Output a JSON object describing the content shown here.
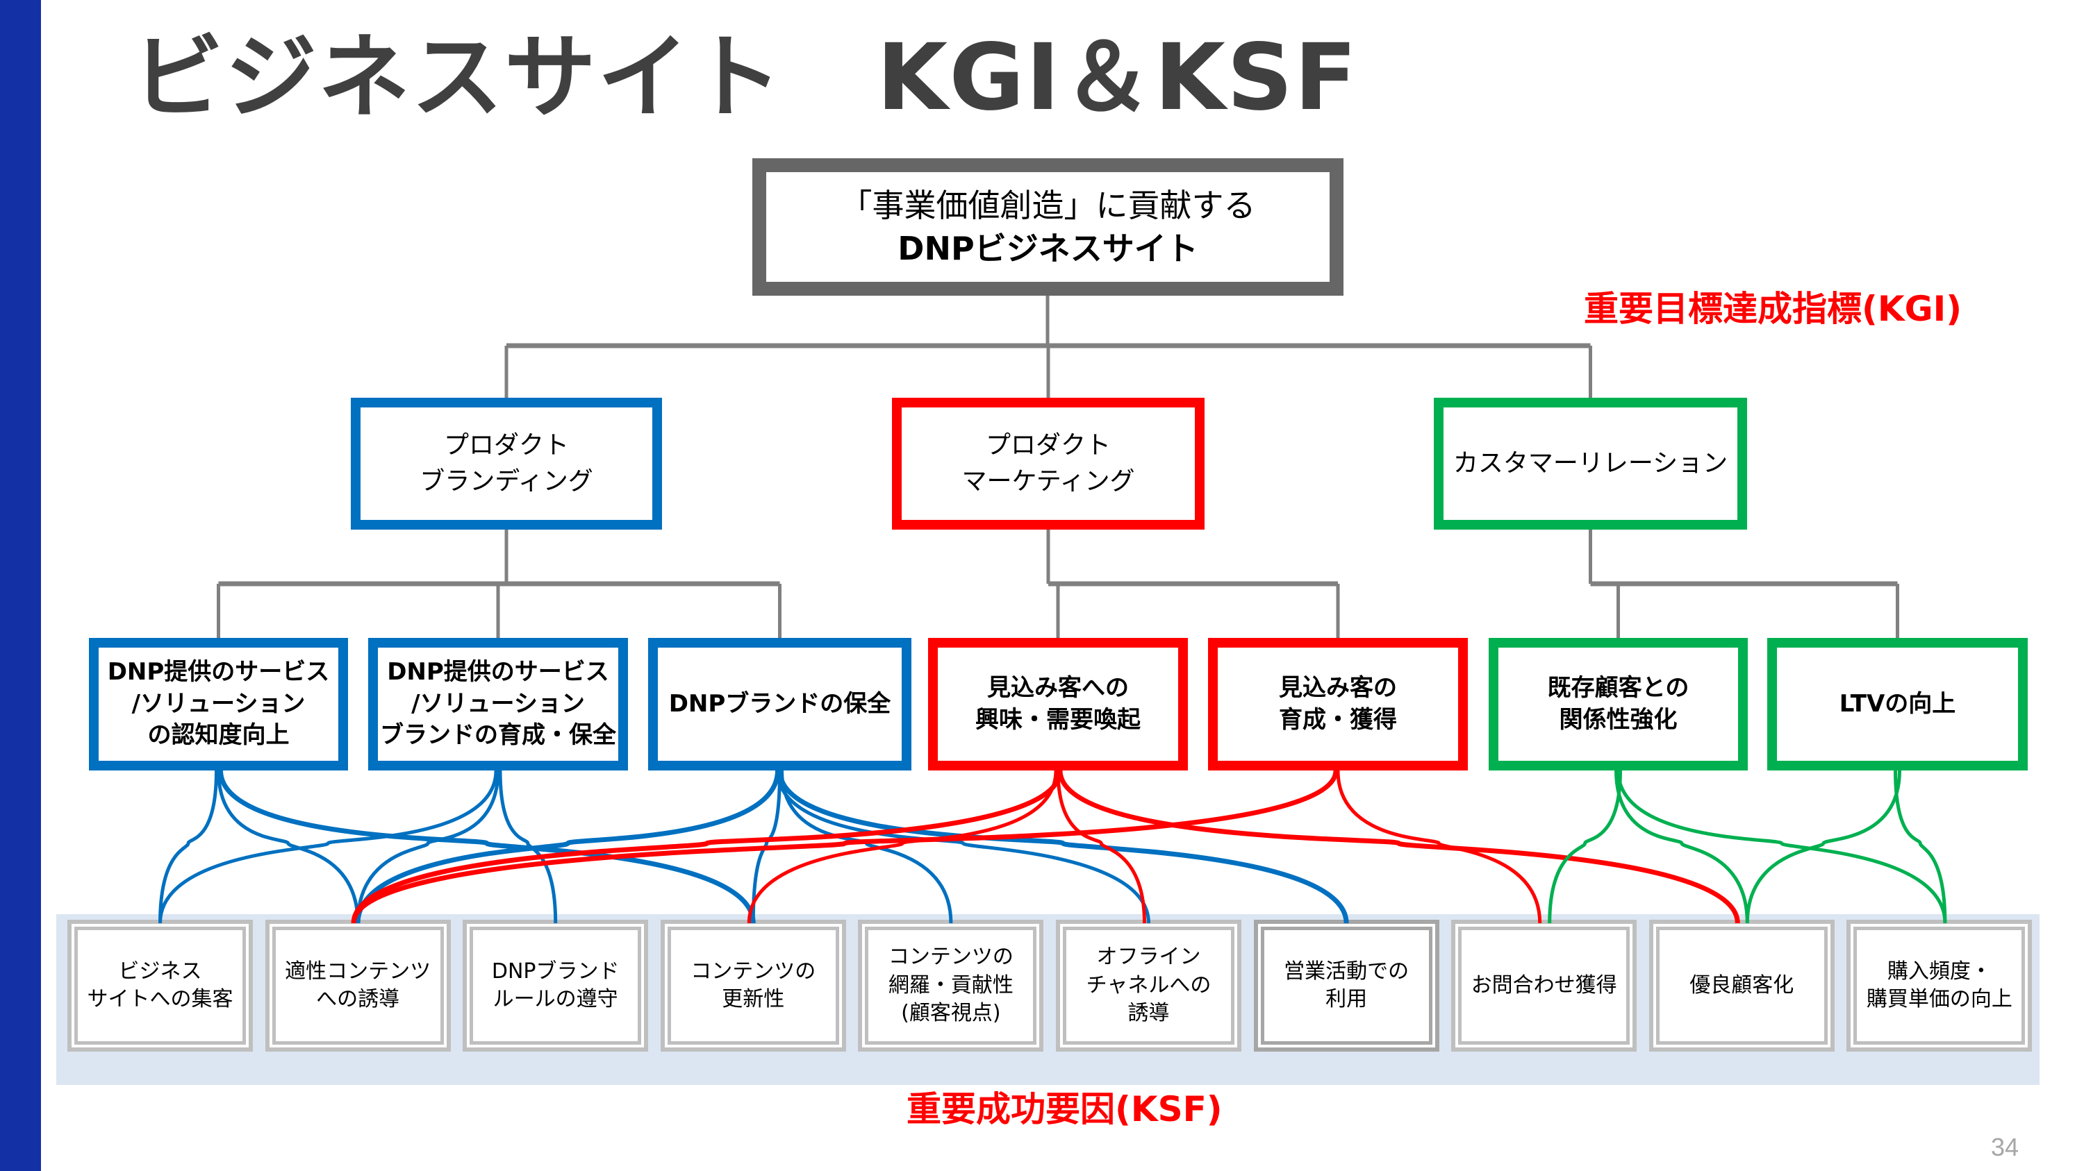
{
  "slide": {
    "title": "ビジネスサイト　KGI＆KSF",
    "page_number": "34",
    "accent_color": "#1430A5"
  },
  "top_box": {
    "line1": "「事業価値創造」に貢献する",
    "line2": "DNPビジネスサイト"
  },
  "kgi_label": "重要目標達成指標(KGI)",
  "ksf_label": "重要成功要因(KSF)",
  "colors": {
    "blue": "#0070C0",
    "red": "#FF0000",
    "green": "#00B050",
    "connector_gray": "#808080",
    "label_red": "#FF0000"
  },
  "kgi": [
    {
      "label": "プロダクト\nブランディング",
      "color": "blue"
    },
    {
      "label": "プロダクト\nマーケティング",
      "color": "red"
    },
    {
      "label": "カスタマーリレーション",
      "color": "green"
    }
  ],
  "sub_kgi": [
    {
      "label": "DNP提供のサービス\n/ソリューション\nの認知度向上",
      "parent": 0,
      "color": "blue"
    },
    {
      "label": "DNP提供のサービス\n/ソリューション\nブランドの育成・保全",
      "parent": 0,
      "color": "blue"
    },
    {
      "label": "DNPブランドの保全",
      "parent": 0,
      "color": "blue"
    },
    {
      "label": "見込み客への\n興味・需要喚起",
      "parent": 1,
      "color": "red"
    },
    {
      "label": "見込み客の\n育成・獲得",
      "parent": 1,
      "color": "red"
    },
    {
      "label": "既存顧客との\n関係性強化",
      "parent": 2,
      "color": "green"
    },
    {
      "label": "LTVの向上",
      "parent": 2,
      "color": "green"
    }
  ],
  "ksf": [
    {
      "label": "ビジネス\nサイトへの集客"
    },
    {
      "label": "適性コンテンツ\nへの誘導"
    },
    {
      "label": "DNPブランド\nルールの遵守"
    },
    {
      "label": "コンテンツの\n更新性"
    },
    {
      "label": "コンテンツの\n網羅・貢献性\n(顧客視点)"
    },
    {
      "label": "オフライン\nチャネルへの\n誘導"
    },
    {
      "label": "営業活動での\n利用",
      "highlight": true
    },
    {
      "label": "お問合わせ獲得"
    },
    {
      "label": "優良顧客化"
    },
    {
      "label": "購入頻度・\n購買単価の向上"
    }
  ],
  "links": [
    {
      "from": 0,
      "to": 0
    },
    {
      "from": 0,
      "to": 1
    },
    {
      "from": 0,
      "to": 3
    },
    {
      "from": 1,
      "to": 0
    },
    {
      "from": 1,
      "to": 1
    },
    {
      "from": 1,
      "to": 2
    },
    {
      "from": 2,
      "to": 1
    },
    {
      "from": 2,
      "to": 3
    },
    {
      "from": 2,
      "to": 4
    },
    {
      "from": 2,
      "to": 5
    },
    {
      "from": 2,
      "to": 6
    },
    {
      "from": 3,
      "to": 1
    },
    {
      "from": 3,
      "to": 3
    },
    {
      "from": 3,
      "to": 5
    },
    {
      "from": 3,
      "to": 8
    },
    {
      "from": 4,
      "to": 1
    },
    {
      "from": 4,
      "to": 7
    },
    {
      "from": 5,
      "to": 7
    },
    {
      "from": 5,
      "to": 8
    },
    {
      "from": 5,
      "to": 9
    },
    {
      "from": 6,
      "to": 8
    },
    {
      "from": 6,
      "to": 9
    }
  ]
}
